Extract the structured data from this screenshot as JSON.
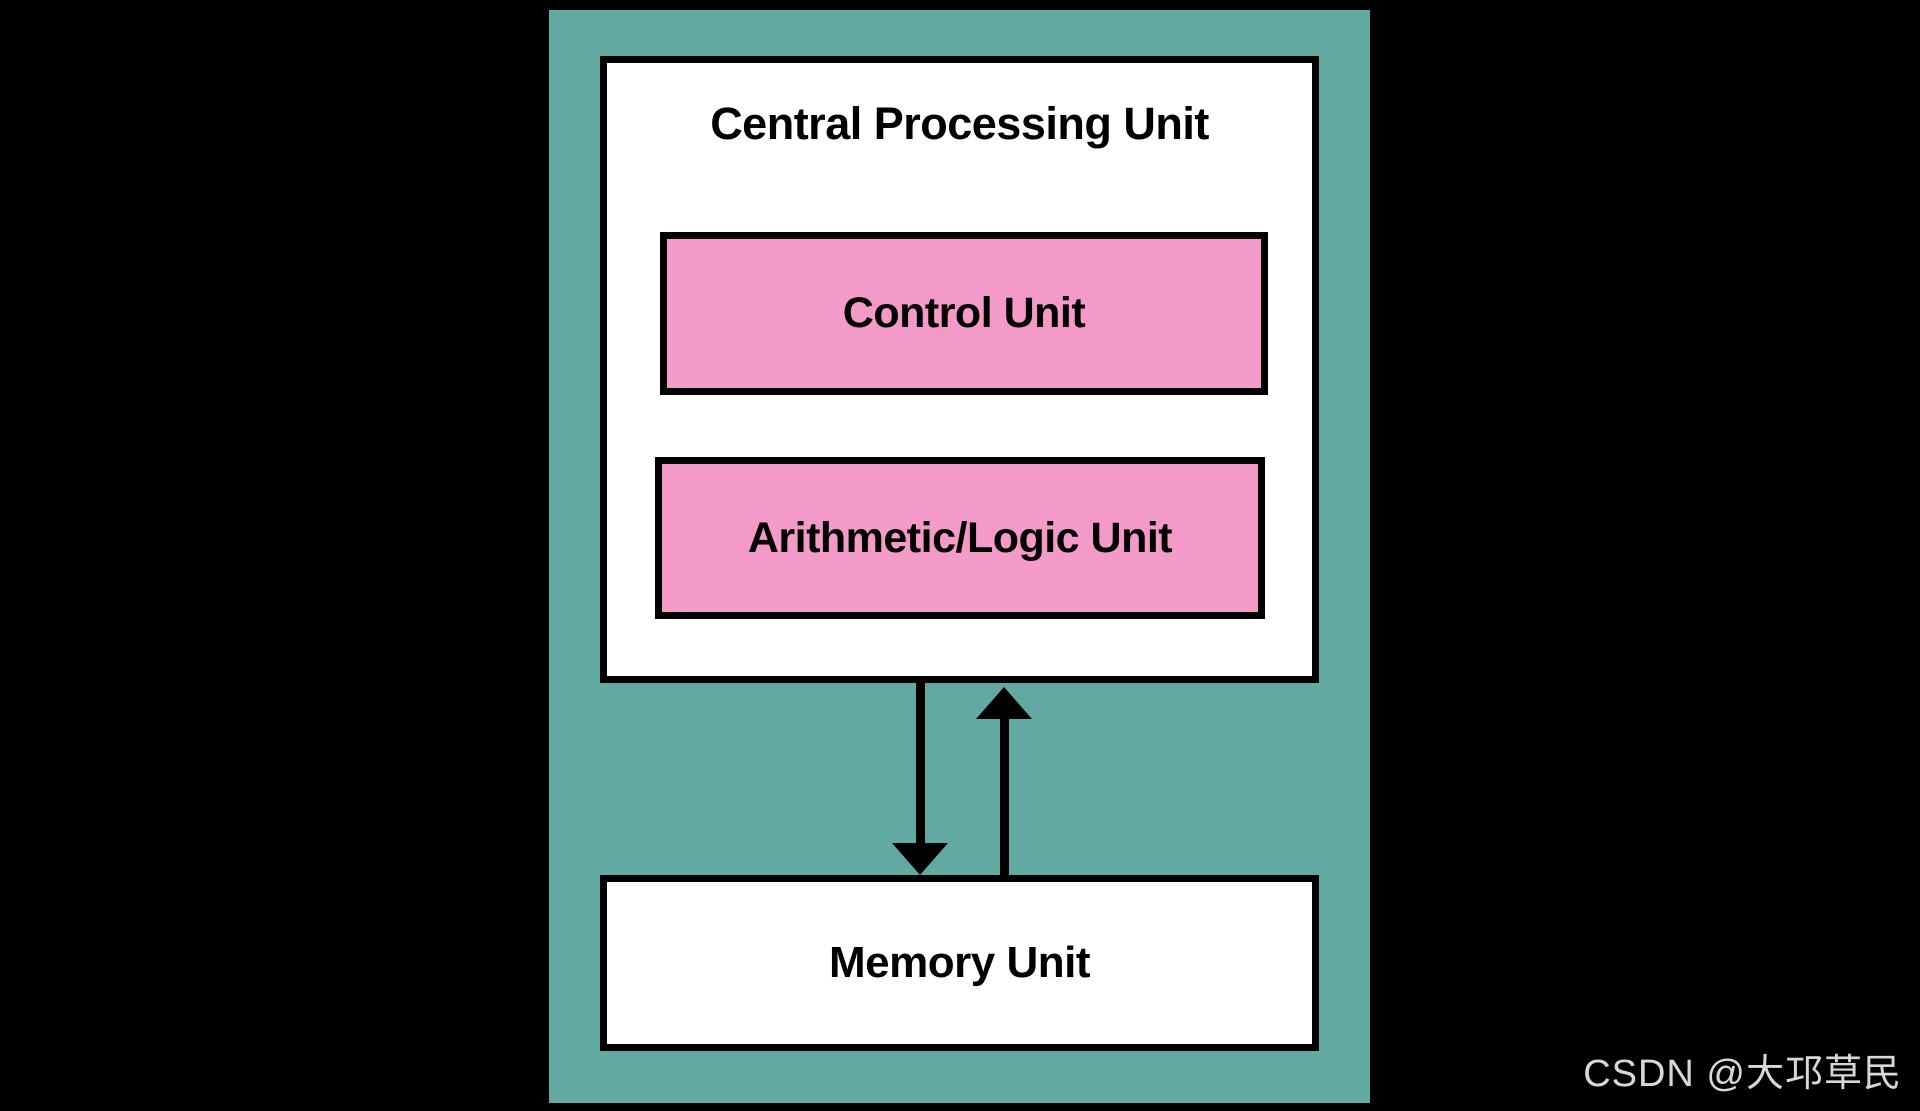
{
  "diagram": {
    "title_visible": false,
    "background_color": "#000000",
    "system_container": {
      "name": "computer-system",
      "fill_color": "#62a9a2"
    },
    "cpu": {
      "label": "Central Processing Unit",
      "fill_color": "#ffffff",
      "border_color": "#000000",
      "components": [
        {
          "id": "control-unit",
          "label": "Control Unit",
          "fill_color": "#f49ac8",
          "border_color": "#000000"
        },
        {
          "id": "alu",
          "label": "Arithmetic/Logic Unit",
          "fill_color": "#f49ac8",
          "border_color": "#000000"
        }
      ]
    },
    "memory": {
      "label": "Memory Unit",
      "fill_color": "#ffffff",
      "border_color": "#000000"
    },
    "connectors": [
      {
        "id": "cpu-to-memory",
        "direction": "down",
        "from": "Central Processing Unit",
        "to": "Memory Unit",
        "color": "#000000"
      },
      {
        "id": "memory-to-cpu",
        "direction": "up",
        "from": "Memory Unit",
        "to": "Central Processing Unit",
        "color": "#000000"
      }
    ]
  },
  "watermark": {
    "text": "CSDN @大邛草民",
    "color": "#d8d8d8"
  }
}
